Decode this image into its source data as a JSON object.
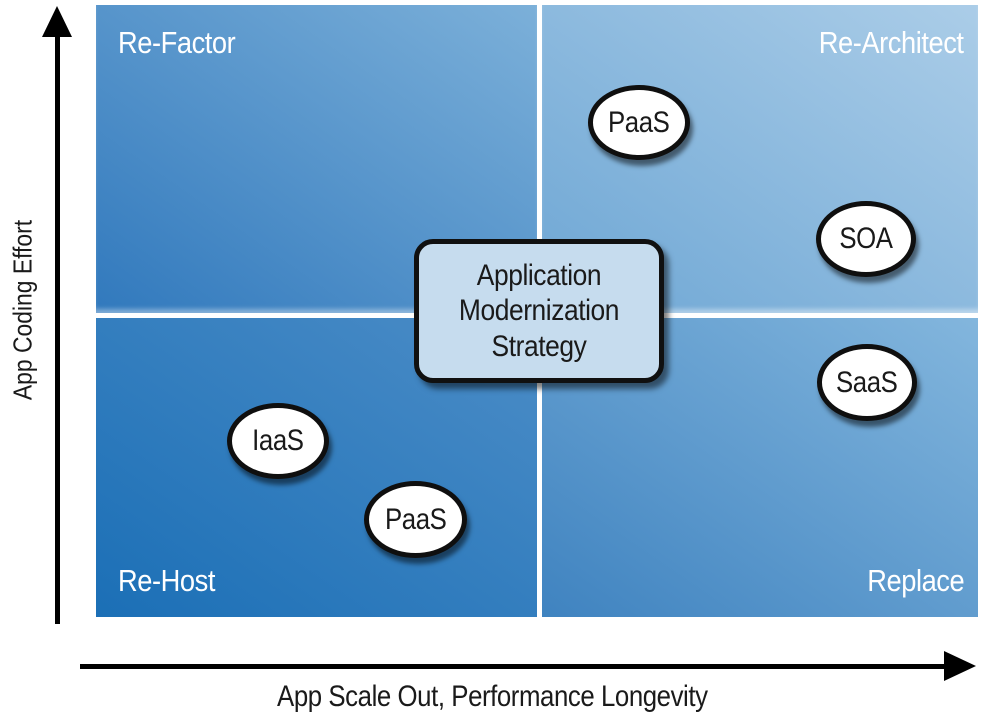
{
  "diagram": {
    "type": "quadrant-diagram",
    "center_box": {
      "label": "Application\nModernization\nStrategy"
    },
    "axes": {
      "y_label": "App Coding Effort",
      "x_label": "App Scale Out, Performance Longevity"
    },
    "quadrants": {
      "top_left": {
        "label": "Re-Factor"
      },
      "top_right": {
        "label": "Re-Architect"
      },
      "bottom_left": {
        "label": "Re-Host"
      },
      "bottom_right": {
        "label": "Replace"
      }
    },
    "bubbles": [
      {
        "label": "PaaS",
        "quadrant": "top_right"
      },
      {
        "label": "SOA",
        "quadrant": "top_right"
      },
      {
        "label": "SaaS",
        "quadrant": "bottom_right"
      },
      {
        "label": "IaaS",
        "quadrant": "bottom_left"
      },
      {
        "label": "PaaS",
        "quadrant": "bottom_left"
      }
    ]
  },
  "colors": {
    "q_tl_from": "#3179bd",
    "q_tl_to": "#7cb0d9",
    "q_tr_from": "#6da6d4",
    "q_tr_to": "#abcde8",
    "q_bl_from": "#1b6fb6",
    "q_bl_to": "#4c8dc7",
    "q_br_from": "#3f83c0",
    "q_br_to": "#83b6dd",
    "bubble_fill": "#ffffff",
    "bubble_border": "#0f0f0f",
    "box_fill": "#c6dcee",
    "box_border": "#101010",
    "label_light": "#ffffff",
    "label_dark": "#1a1a1a",
    "axis_color": "#000000",
    "bg": "#ffffff"
  }
}
